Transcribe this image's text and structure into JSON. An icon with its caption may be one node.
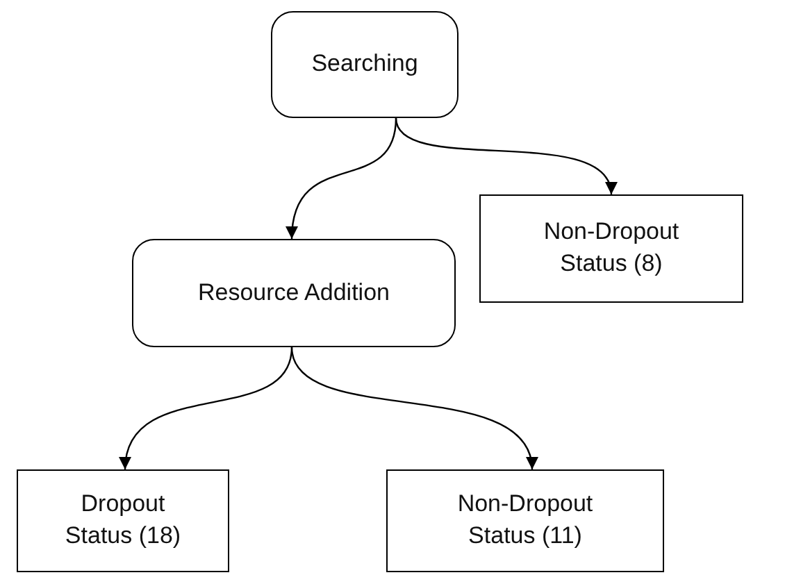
{
  "diagram": {
    "nodes": [
      {
        "text": [
          "Searching"
        ]
      },
      {
        "text": [
          "Non-Dropout Status (8)"
        ]
      },
      {
        "text": [
          "Resource Addition"
        ]
      },
      {
        "text": [
          "Dropout Status (18)"
        ]
      },
      {
        "text": [
          "Non-Dropout Status (11)"
        ]
      }
    ],
    "edges": [
      {
        "from": 0,
        "to": 2,
        "arrow": "to"
      },
      {
        "from": 0,
        "to": 1,
        "arrow": "to"
      },
      {
        "from": 2,
        "to": 3,
        "arrow": "to"
      },
      {
        "from": 2,
        "to": 4,
        "arrow": "to"
      }
    ]
  }
}
